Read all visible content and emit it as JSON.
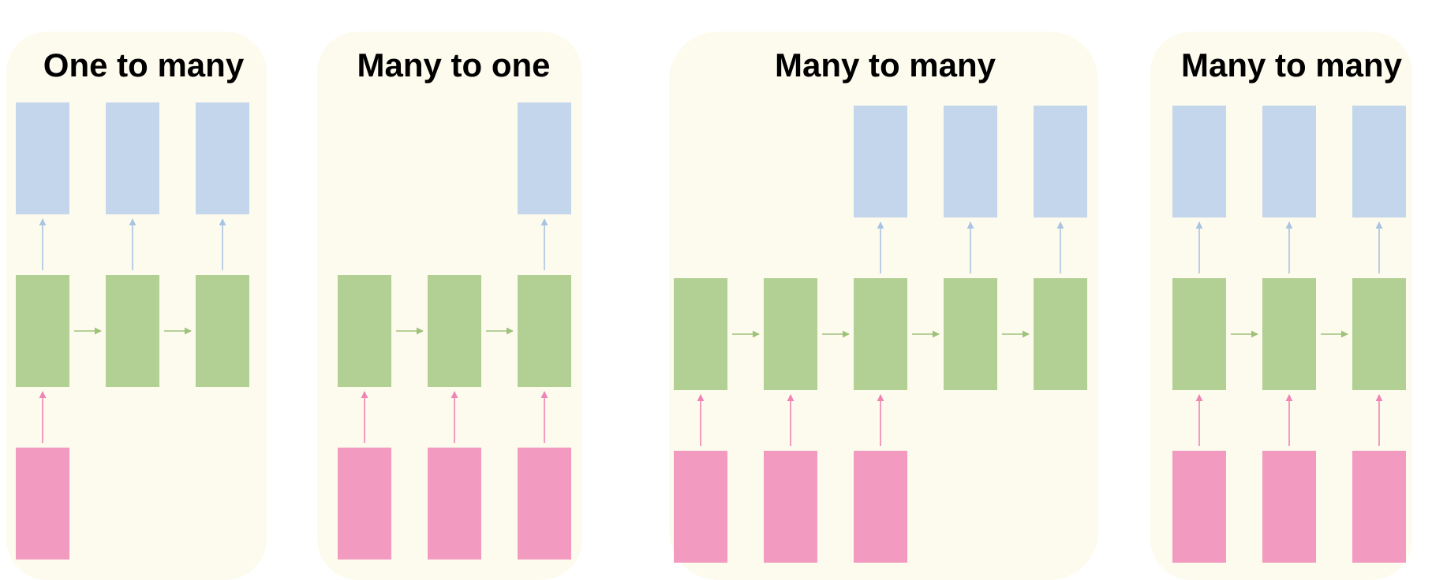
{
  "colors": {
    "panel_background": "#FDFBEE",
    "output_block": "#C4D6EC",
    "hidden_block": "#B2CF94",
    "input_block": "#F29ABF",
    "output_arrow": "#A9C4E2",
    "hidden_arrow": "#9EC27A",
    "input_arrow": "#EF85B5"
  },
  "panels": [
    {
      "title": "One to many",
      "hidden_count": 3,
      "inputs": [
        0
      ],
      "outputs": [
        0,
        1,
        2
      ]
    },
    {
      "title": "Many to one",
      "hidden_count": 3,
      "inputs": [
        0,
        1,
        2
      ],
      "outputs": [
        2
      ]
    },
    {
      "title": "Many to many",
      "hidden_count": 5,
      "inputs": [
        0,
        1,
        2
      ],
      "outputs": [
        2,
        3,
        4
      ]
    },
    {
      "title": "Many to many",
      "hidden_count": 3,
      "inputs": [
        0,
        1,
        2
      ],
      "outputs": [
        0,
        1,
        2
      ]
    }
  ]
}
